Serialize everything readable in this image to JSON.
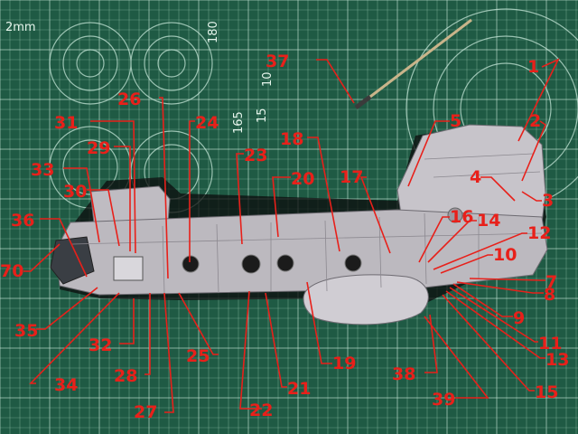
{
  "mat": {
    "ruler_labels": [
      "180",
      "165",
      "15",
      "10"
    ],
    "brand": "2mm"
  },
  "callouts": [
    "1",
    "2",
    "3",
    "4",
    "5",
    "7",
    "8",
    "9",
    "10",
    "11",
    "12",
    "13",
    "14",
    "15",
    "16",
    "17",
    "18",
    "19",
    "20",
    "21",
    "22",
    "23",
    "24",
    "25",
    "26",
    "27",
    "28",
    "29",
    "30",
    "31",
    "32",
    "33",
    "34",
    "35",
    "36",
    "37",
    "38",
    "39",
    "70"
  ],
  "colors": {
    "mat": "#1f5a44",
    "grid": "#9fd0b8",
    "model": "#bfbcc2",
    "model_shadow": "#8f8c93",
    "callout": "#e8201a"
  }
}
